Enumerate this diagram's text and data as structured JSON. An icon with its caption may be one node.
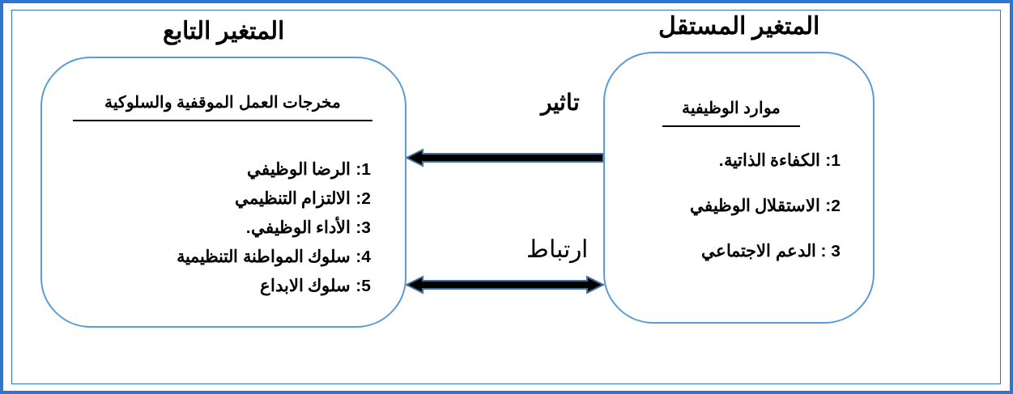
{
  "diagram": {
    "nodes": [
      {
        "text": [
          "المتغير المستقل",
          "موارد الوظيفية",
          "1: الكفاءة الذاتية.",
          "2: الاستقلال الوظيفي",
          "3 : الدعم الاجتماعي"
        ]
      },
      {
        "text": [
          "المتغير التابع",
          "مخرجات العمل الموقفية والسلوكية",
          "1: الرضا الوظيفي",
          "2: الالتزام التنظيمي",
          "3: الأداء الوظيفي.",
          "4: سلوك المواطنة التنظيمية",
          "5: سلوك الابداع"
        ]
      }
    ],
    "edges": [
      {
        "from": 0,
        "to": 1,
        "arrow": "to",
        "label": "تاثير"
      },
      {
        "from": 0,
        "to": 1,
        "arrow": "both",
        "label": "ارتباط"
      }
    ]
  }
}
